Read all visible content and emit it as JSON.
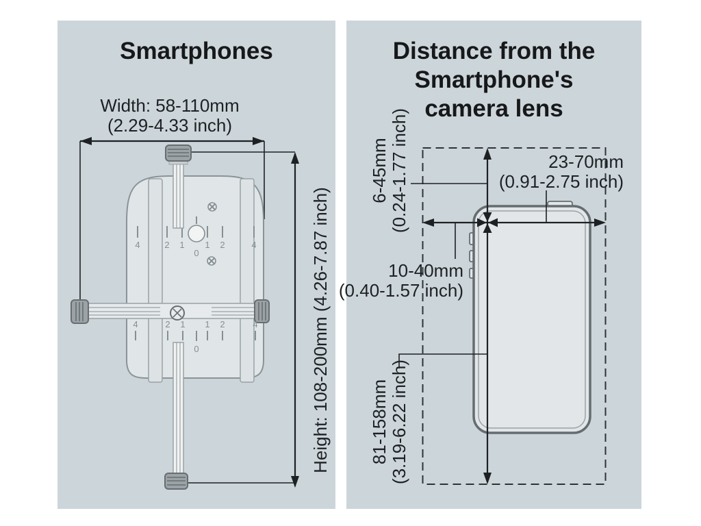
{
  "colors": {
    "page_background": "#ffffff",
    "panel_background": "#ccd5da",
    "line": "#1d2124",
    "device_fill": "#e0e5e7",
    "device_outline": "#8b9398",
    "phone_fill": "#e2e6e8",
    "phone_outline": "#656d71",
    "dashed_line": "#2e3336",
    "scale_marks": "#868f94"
  },
  "left_panel": {
    "title": "Smartphones",
    "width_label": {
      "line1": "Width: 58-110mm",
      "line2": "(2.29-4.33 inch)"
    },
    "height_label": "Height: 108-200mm (4.26-7.87 inch)",
    "scale_numbers": [
      "4",
      "2",
      "1",
      "1",
      "2",
      "4"
    ],
    "scale_zero": "0"
  },
  "right_panel": {
    "title_line1": "Distance from the",
    "title_line2": "Smartphone's",
    "title_line3": "camera lens",
    "top_offset": {
      "line1": "23-70mm",
      "line2": "(0.91-2.75 inch)"
    },
    "upper_left_offset": {
      "line1": "6-45mm",
      "line2": "(0.24-1.77 inch)"
    },
    "side_offset": {
      "line1": "10-40mm",
      "line2": "(0.40-1.57 inch)"
    },
    "bottom_offset": {
      "line1": "81-158mm",
      "line2": "(3.19-6.22 inch)"
    }
  }
}
